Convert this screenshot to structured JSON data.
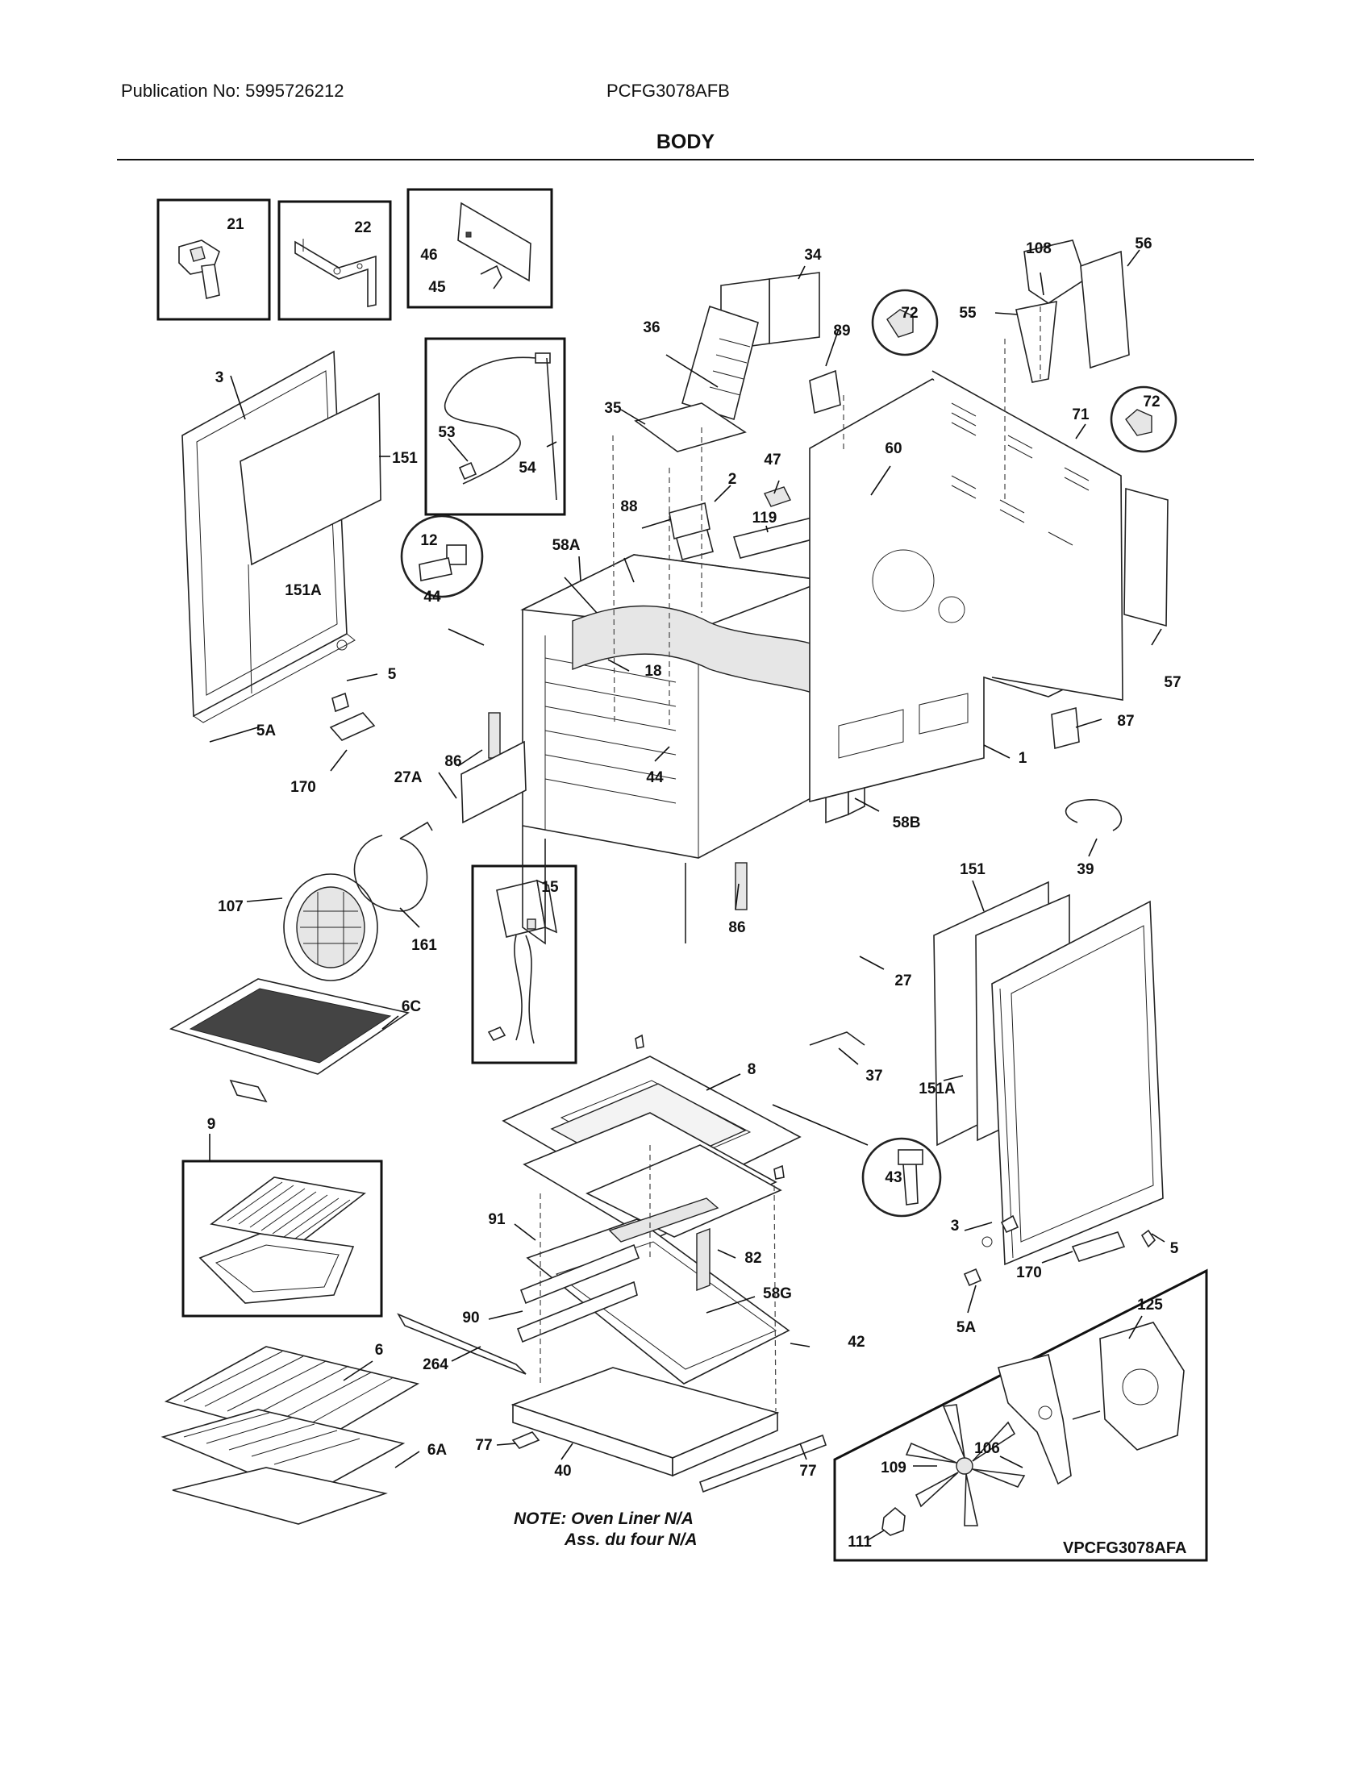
{
  "header": {
    "publication": "Publication No: 5995726212",
    "model": "PCFG3078AFB",
    "section_title": "BODY"
  },
  "note": {
    "line1": "NOTE: Oven Liner N/A",
    "line2": "Ass. du four N/A"
  },
  "diagram_code": "VPCFG3078AFA",
  "callouts": [
    "21",
    "22",
    "46",
    "45",
    "34",
    "108",
    "56",
    "36",
    "89",
    "72",
    "55",
    "35",
    "3",
    "151",
    "53",
    "54",
    "72",
    "71",
    "60",
    "47",
    "2",
    "88",
    "119",
    "12",
    "58A",
    "151A",
    "44",
    "18",
    "57",
    "5",
    "5A",
    "86",
    "44",
    "87",
    "170",
    "27A",
    "1",
    "58B",
    "39",
    "15",
    "107",
    "161",
    "86",
    "151",
    "27",
    "6C",
    "37",
    "151A",
    "8",
    "43",
    "9",
    "91",
    "82",
    "3",
    "5",
    "58G",
    "170",
    "90",
    "42",
    "125",
    "264",
    "5A",
    "6",
    "106",
    "77",
    "6A",
    "77",
    "40",
    "109",
    "111"
  ]
}
